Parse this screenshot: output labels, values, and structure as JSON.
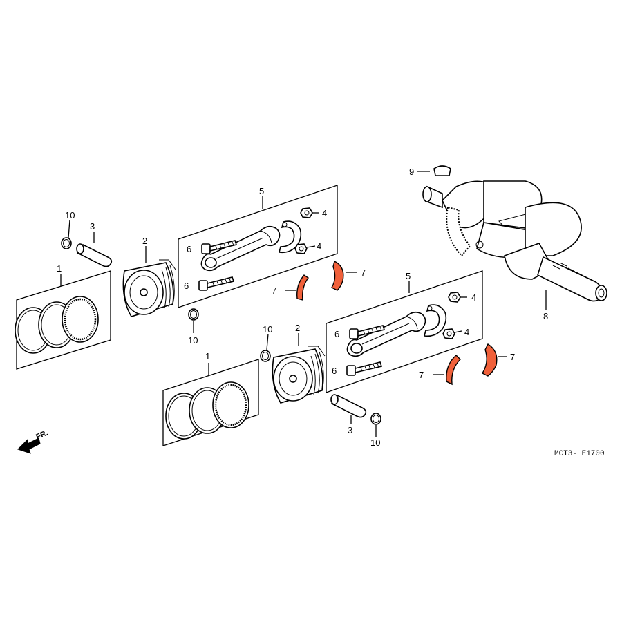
{
  "diagram": {
    "code": "MCT3- E1700",
    "direction_label": "FR.",
    "highlight_color": "#f0603a",
    "callouts": {
      "c1a": "1",
      "c1b": "1",
      "c2a": "2",
      "c2b": "2",
      "c3a": "3",
      "c3b": "3",
      "c4a": "4",
      "c4b": "4",
      "c4c": "4",
      "c4d": "4",
      "c5a": "5",
      "c5b": "5",
      "c6a": "6",
      "c6b": "6",
      "c6c": "6",
      "c6d": "6",
      "c7a": "7",
      "c7b": "7",
      "c7c": "7",
      "c7d": "7",
      "c8": "8",
      "c9": "9",
      "c10a": "10",
      "c10b": "10",
      "c10c": "10",
      "c10d": "10"
    }
  }
}
